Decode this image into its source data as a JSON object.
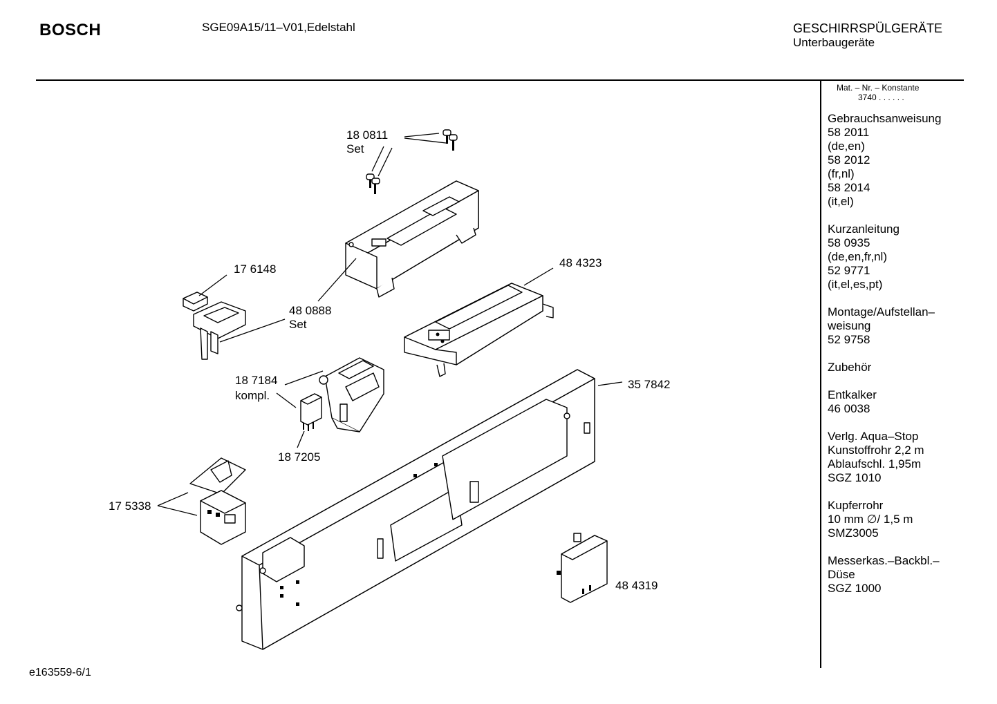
{
  "header": {
    "brand": "BOSCH",
    "model": "SGE09A15/11–V01,Edelstahl",
    "category_line1": "GESCHIRRSPÜLGERÄTE",
    "category_line2": "Unterbaugeräte"
  },
  "sidebar": {
    "mat_line1": "Mat. – Nr. – Konstante",
    "mat_line2": "3740 . .   . . . .",
    "groups": [
      {
        "lines": [
          "Gebrauchsanweisung",
          "58 2011",
          "(de,en)",
          "58 2012",
          "(fr,nl)",
          "58 2014",
          "(it,el)"
        ]
      },
      {
        "lines": [
          "Kurzanleitung",
          "58 0935",
          "(de,en,fr,nl)",
          "52 9771",
          "(it,el,es,pt)"
        ]
      },
      {
        "lines": [
          "Montage/Aufstellan–",
          "weisung",
          "52 9758"
        ]
      },
      {
        "lines": [
          "Zubehör"
        ]
      },
      {
        "lines": [
          "Entkalker",
          "46 0038"
        ]
      },
      {
        "lines": [
          "Verlg. Aqua–Stop",
          "Kunstoffrohr 2,2 m",
          "Ablaufschl. 1,95m",
          "SGZ 1010"
        ]
      },
      {
        "lines": [
          "Kupferrohr",
          "10 mm ∅/ 1,5 m",
          "SMZ3005"
        ]
      },
      {
        "lines": [
          "Messerkas.–Backbl.–",
          "Düse",
          "SGZ 1000"
        ]
      }
    ]
  },
  "parts": {
    "p180811": "18 0811",
    "p180811_sub": "Set",
    "p176148": "17 6148",
    "p480888": "48 0888",
    "p480888_sub": "Set",
    "p484323": "48 4323",
    "p187184": "18 7184",
    "p187184_sub": "kompl.",
    "p357842": "35 7842",
    "p187205": "18 7205",
    "p175338": "17 5338",
    "p484319": "48 4319"
  },
  "footer": {
    "drawing_id": "e163559-6/1"
  }
}
